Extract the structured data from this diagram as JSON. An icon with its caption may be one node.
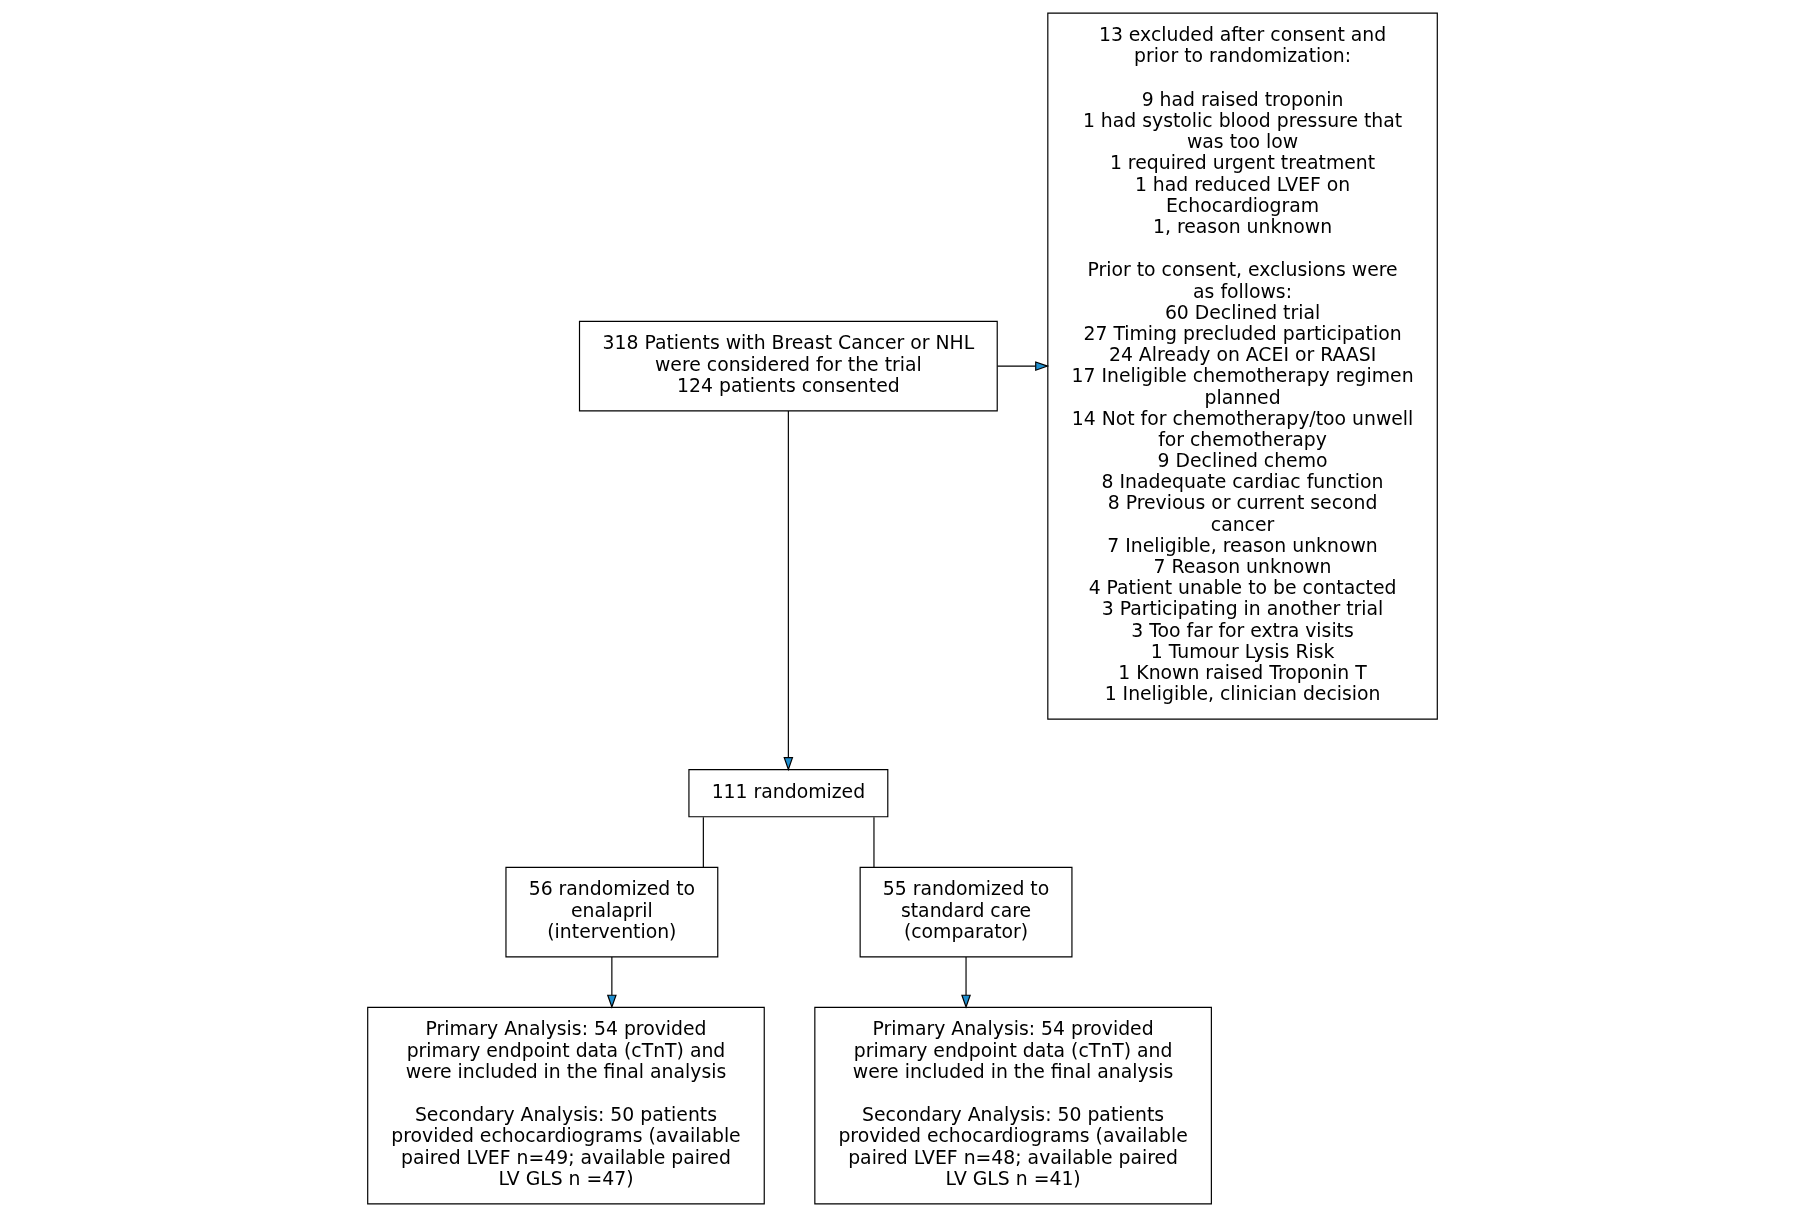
{
  "diagram": {
    "nodes": [
      {
        "text": [
          "318 Patients with Breast Cancer or NHL were considered for the trial",
          "124 patients consented"
        ]
      },
      {
        "text": [
          "13 excluded after consent and prior to randomization:",
          "9 had raised troponin",
          "1 had systolic blood pressure that was too low",
          "1 required urgent treatment",
          "1 had reduced LVEF on Echocardiogram",
          "1, reason unknown",
          "Prior to consent, exclusions were as follows:",
          "60 Declined trial",
          "27 Timing precluded participation",
          "24 Already on ACEI or RAASI",
          "17 Ineligible chemotherapy regimen planned",
          "14 Not for chemotherapy/too unwell for chemotherapy",
          "9 Declined chemo",
          "8 Inadequate cardiac function",
          "8 Previous or current second cancer",
          "7 Ineligible, reason unknown",
          "7 Reason unknown",
          "4 Patient unable to be contacted",
          "3 Participating in another trial",
          "3 Too far for extra visits",
          "1 Tumour Lysis Risk",
          "1 Known raised Troponin T",
          "1 Ineligible, clinician decision"
        ]
      },
      {
        "text": [
          "111 randomized"
        ]
      },
      {
        "text": [
          "56 randomized to enalapril (intervention)"
        ]
      },
      {
        "text": [
          "55 randomized to standard care (comparator)"
        ]
      },
      {
        "text": [
          "Primary Analysis: 54 provided primary endpoint data (cTnT) and were included in the final analysis",
          "Secondary Analysis: 50 patients provided echocardiograms (available paired LVEF n=49; available paired LV GLS n =47)"
        ]
      },
      {
        "text": [
          "Primary Analysis: 54 provided primary endpoint data (cTnT) and were included in the final analysis",
          "Secondary Analysis: 50 patients provided echocardiograms (available paired LVEF n=48; available paired LV GLS n =41)"
        ]
      }
    ],
    "edges": [
      {
        "from": 0,
        "to": 2,
        "arrow": "to"
      },
      {
        "from": 0,
        "to": 1,
        "arrow": "to"
      },
      {
        "from": 2,
        "to": 3,
        "arrow": "none"
      },
      {
        "from": 2,
        "to": 4,
        "arrow": "none"
      },
      {
        "from": 3,
        "to": 5,
        "arrow": "to"
      },
      {
        "from": 4,
        "to": 6,
        "arrow": "to"
      }
    ]
  }
}
